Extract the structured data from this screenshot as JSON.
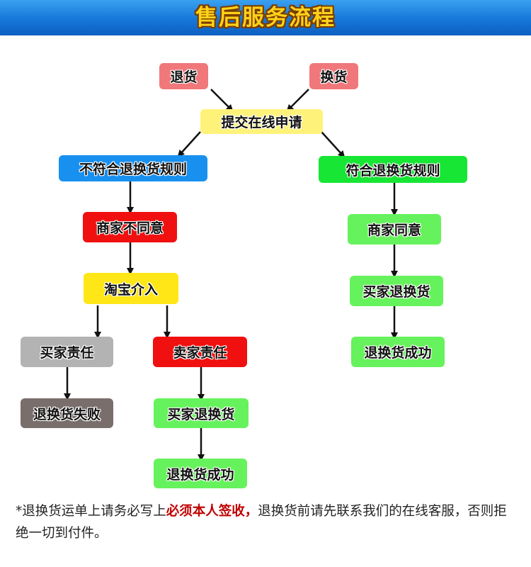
{
  "header": {
    "title": "售后服务流程"
  },
  "nodes": {
    "return": "退货",
    "exchange": "换货",
    "submit": "提交在线申请",
    "not_compliant": "不符合退换货规则",
    "compliant": "符合退换货规则",
    "seller_disagree": "商家不同意",
    "seller_agree": "商家同意",
    "taobao": "淘宝介入",
    "buyer_resp": "买家责任",
    "seller_resp": "卖家责任",
    "buyer_return_left": "买家退换货",
    "buyer_return_right": "买家退换货",
    "fail": "退换货失败",
    "success_left": "退换货成功",
    "success_right": "退换货成功"
  },
  "footnote": {
    "part1": "*退换货运单上请务必写上",
    "emphasis": "必须本人签收，",
    "part2": "退换货前请先联系我们的在线客服，否则拒绝一切到付件。"
  }
}
